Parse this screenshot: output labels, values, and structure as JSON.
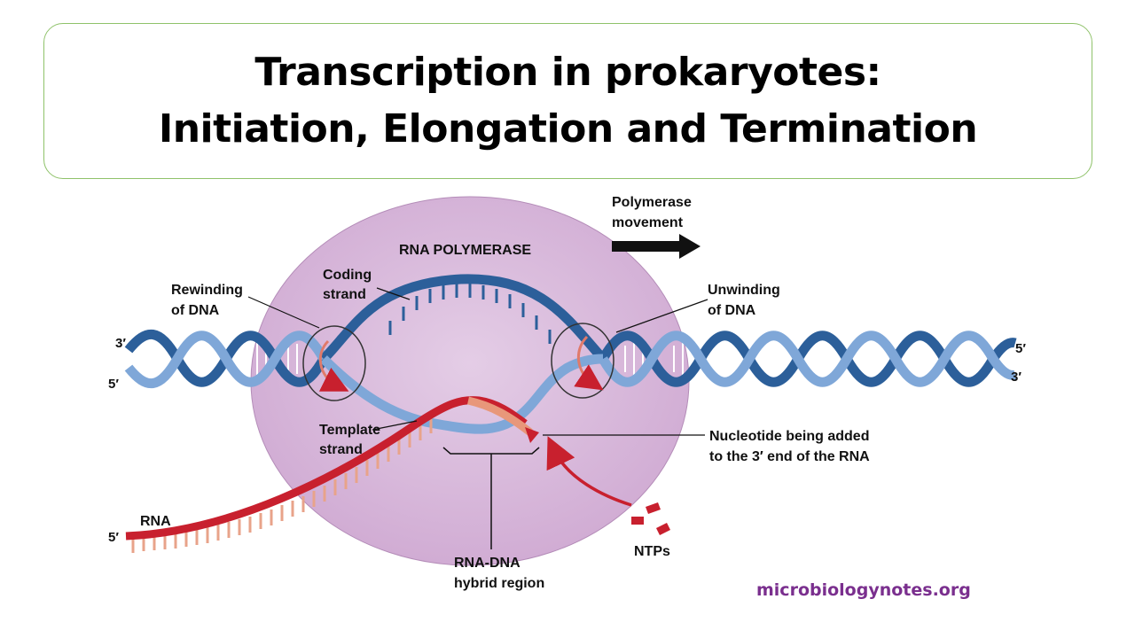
{
  "title": {
    "line1": "Transcription in prokaryotes:",
    "line2": "Initiation, Elongation and Termination"
  },
  "labels": {
    "polymerase_movement_1": "Polymerase",
    "polymerase_movement_2": "movement",
    "rna_polymerase": "RNA POLYMERASE",
    "coding_strand_1": "Coding",
    "coding_strand_2": "strand",
    "rewinding_1": "Rewinding",
    "rewinding_2": "of DNA",
    "unwinding_1": "Unwinding",
    "unwinding_2": "of DNA",
    "template_1": "Template",
    "template_2": "strand",
    "nucleotide_1": "Nucleotide being added",
    "nucleotide_2": "to the 3′ end of the RNA",
    "rna": "RNA",
    "hybrid_1": "RNA-DNA",
    "hybrid_2": "hybrid region",
    "ntps": "NTPs",
    "left_3": "3′",
    "left_5": "5′",
    "right_5": "5′",
    "right_3": "3′",
    "rna_5": "5′"
  },
  "colors": {
    "dark_strand": "#2c5f9a",
    "light_strand": "#7fa7d8",
    "rna": "#c8202e",
    "rna_rungs": "#e8a38a",
    "polymerase": "#dcc0de",
    "title_border": "#8fc26a",
    "footer": "#7a2f8e"
  },
  "footer": "microbiologynotes.org"
}
